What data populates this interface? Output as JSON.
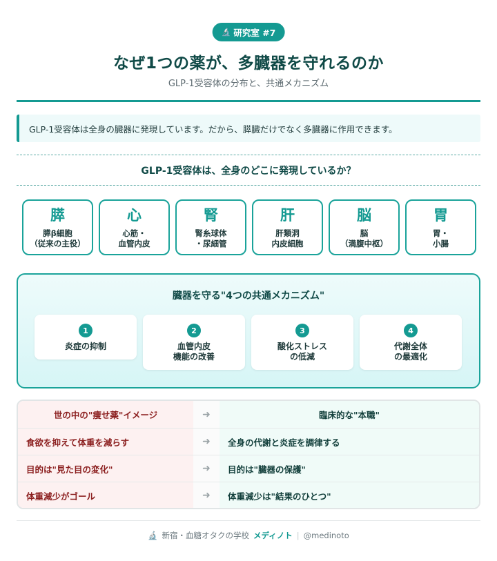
{
  "badge": {
    "icon": "🔬",
    "label": "研究室 #7"
  },
  "title": "なぜ1つの薬が、多臓器を守れるのか",
  "subtitle": "GLP-1受容体の分布と、共通メカニズム",
  "callout": "GLP-1受容体は全身の臓器に発現しています。だから、膵臓だけでなく多臓器に作用できます。",
  "question": "GLP-1受容体は、全身のどこに発現しているか？",
  "organs": [
    {
      "kanji": "膵",
      "desc": "膵β細胞\n（従来の主役）"
    },
    {
      "kanji": "心",
      "desc": "心筋・\n血管内皮"
    },
    {
      "kanji": "腎",
      "desc": "腎糸球体\n・尿細管"
    },
    {
      "kanji": "肝",
      "desc": "肝類洞\n内皮細胞"
    },
    {
      "kanji": "脳",
      "desc": "脳\n（満腹中枢）"
    },
    {
      "kanji": "胃",
      "desc": "胃・\n小腸"
    }
  ],
  "mechanisms": {
    "title": "臓器を守る\"4つの共通メカニズム\"",
    "items": [
      {
        "num": "1",
        "label": "炎症の抑制"
      },
      {
        "num": "2",
        "label": "血管内皮\n機能の改善"
      },
      {
        "num": "3",
        "label": "酸化ストレス\nの低減"
      },
      {
        "num": "4",
        "label": "代謝全体\nの最適化"
      }
    ]
  },
  "comparison": {
    "head_left": "世の中の\"痩せ薬\"イメージ",
    "head_right": "臨床的な\"本職\"",
    "arrow": "➜",
    "rows": [
      {
        "left": "食欲を抑えて体重を減らす",
        "right": "全身の代謝と炎症を調律する"
      },
      {
        "left": "目的は\"見た目の変化\"",
        "right": "目的は\"臓器の保護\""
      },
      {
        "left": "体重減少がゴール",
        "right": "体重減少は\"結果のひとつ\""
      }
    ]
  },
  "footer": {
    "icon": "🔬",
    "text": "新宿・血糖オタクの学校",
    "brand": "メディノト",
    "sep": "|",
    "handle": "@medinoto"
  }
}
